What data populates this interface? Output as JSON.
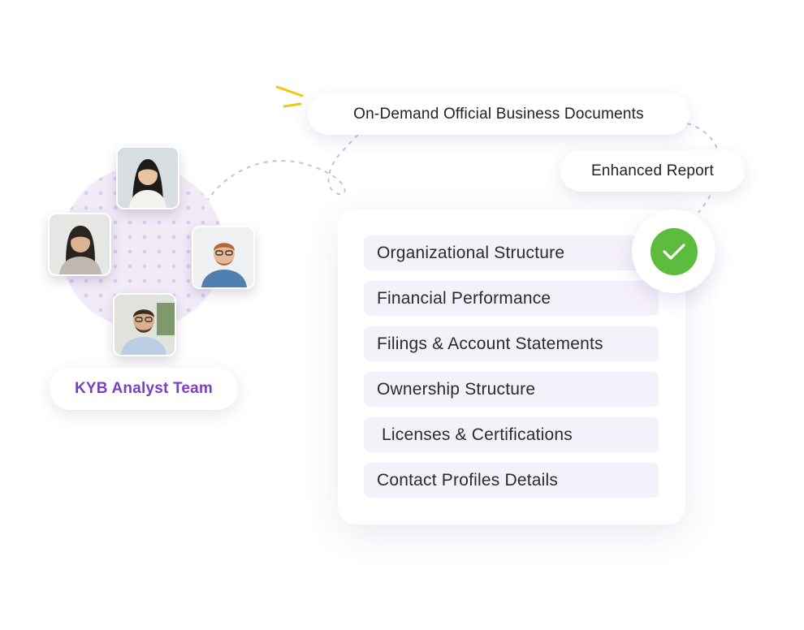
{
  "team": {
    "label": "KYB Analyst Team",
    "avatars": [
      "woman-avatar",
      "woman-avatar",
      "man-avatar",
      "man-avatar"
    ],
    "accent": "#7b3fc4",
    "circle_color": "#f1ebf8"
  },
  "badges": {
    "documents": "On-Demand Official Business Documents",
    "report": "Enhanced Report"
  },
  "report": {
    "items": [
      "Organizational Structure",
      "Financial Performance",
      "Filings & Account Statements",
      "Ownership Structure",
      " Licenses & Certifications",
      "Contact Profiles Details"
    ],
    "item_bg": "#f5f1fb",
    "check_color": "#5dbb3d",
    "check_icon": "check-icon"
  },
  "decor": {
    "spark_color": "#f2c811",
    "dash_color": "#c9bde6"
  }
}
